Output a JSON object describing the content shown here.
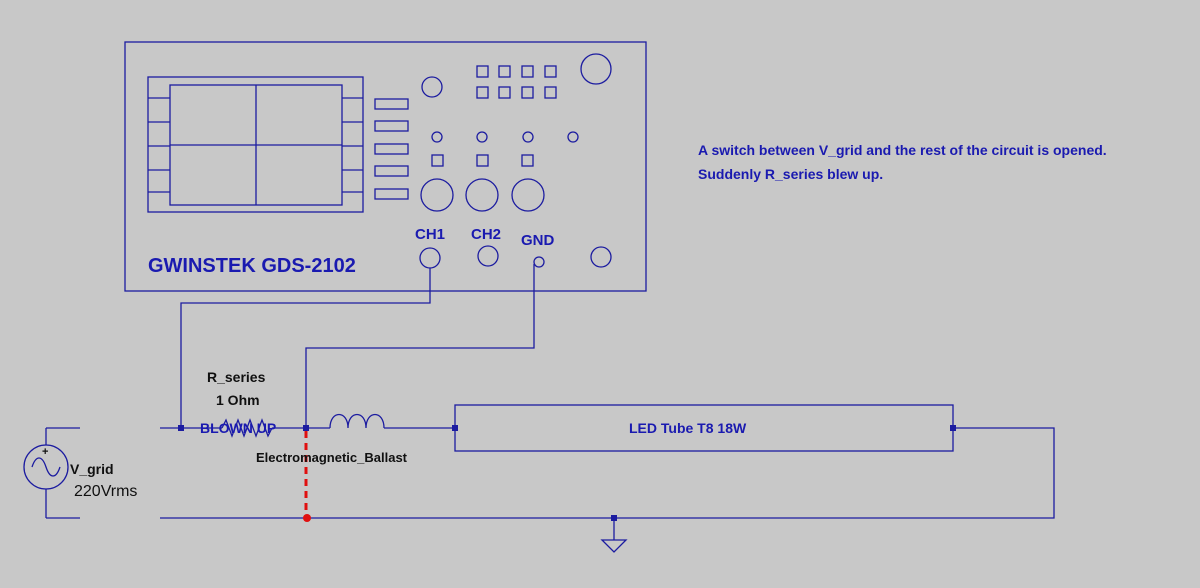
{
  "scope": {
    "brand": "GWINSTEK GDS-2102",
    "ch1": "CH1",
    "ch2": "CH2",
    "gnd": "GND"
  },
  "note": {
    "line1": "A switch between V_grid and the rest of the circuit is opened.",
    "line2": "Suddenly R_series blew up."
  },
  "resistor": {
    "name": "R_series",
    "value": "1 Ohm",
    "status": "BLOWN UP"
  },
  "ballast": {
    "name": "Electromagnetic_Ballast"
  },
  "tube": {
    "name": "LED Tube T8 18W"
  },
  "source": {
    "name": "V_grid",
    "value": "220Vrms"
  },
  "colors": {
    "wire": "#1c1ca0",
    "text_blue": "#1a1ab0",
    "short": "#e01010",
    "background": "#c8c8c8"
  }
}
